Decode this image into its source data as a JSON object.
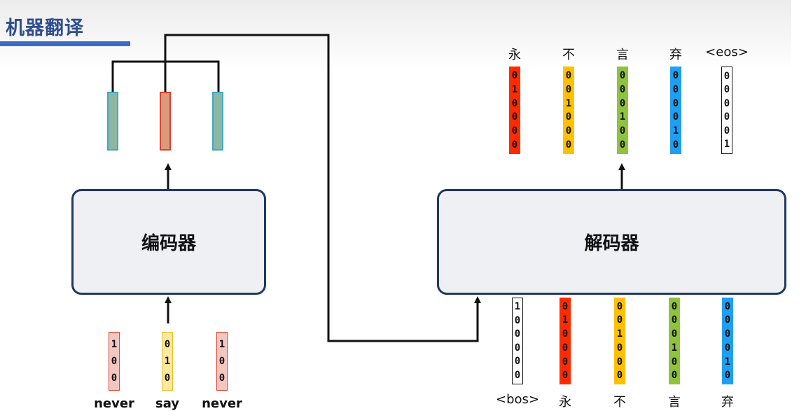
{
  "header": {
    "title": "机器翻译"
  },
  "encoder": {
    "label": "编码器"
  },
  "decoder": {
    "label": "解码器"
  },
  "colors": {
    "red": "#ff2a00",
    "orange": "#ffc000",
    "green": "#8fc33f",
    "blue": "#1e9ff2",
    "hidden_teal": "#8db7a0",
    "hidden_red": "#d99a80",
    "border_dark": "#203864"
  },
  "encoder_inputs": [
    {
      "word": "never",
      "values": [
        "1",
        "0",
        "0"
      ]
    },
    {
      "word": "say",
      "values": [
        "0",
        "1",
        "0"
      ]
    },
    {
      "word": "never",
      "values": [
        "1",
        "0",
        "0"
      ]
    }
  ],
  "decoder_outputs": [
    {
      "word": "永",
      "values": [
        "0",
        "1",
        "0",
        "0",
        "0",
        "0"
      ]
    },
    {
      "word": "不",
      "values": [
        "0",
        "0",
        "1",
        "0",
        "0",
        "0"
      ]
    },
    {
      "word": "言",
      "values": [
        "0",
        "0",
        "0",
        "1",
        "0",
        "0"
      ]
    },
    {
      "word": "弃",
      "values": [
        "0",
        "0",
        "0",
        "0",
        "1",
        "0"
      ]
    },
    {
      "word": "<eos>",
      "values": [
        "0",
        "0",
        "0",
        "0",
        "0",
        "1"
      ]
    }
  ],
  "decoder_inputs": [
    {
      "word": "<bos>",
      "values": [
        "1",
        "0",
        "0",
        "0",
        "0",
        "0"
      ]
    },
    {
      "word": "永",
      "values": [
        "0",
        "1",
        "0",
        "0",
        "0",
        "0"
      ]
    },
    {
      "word": "不",
      "values": [
        "0",
        "0",
        "1",
        "0",
        "0",
        "0"
      ]
    },
    {
      "word": "言",
      "values": [
        "0",
        "0",
        "0",
        "1",
        "0",
        "0"
      ]
    },
    {
      "word": "弃",
      "values": [
        "0",
        "0",
        "0",
        "0",
        "1",
        "0"
      ]
    }
  ]
}
